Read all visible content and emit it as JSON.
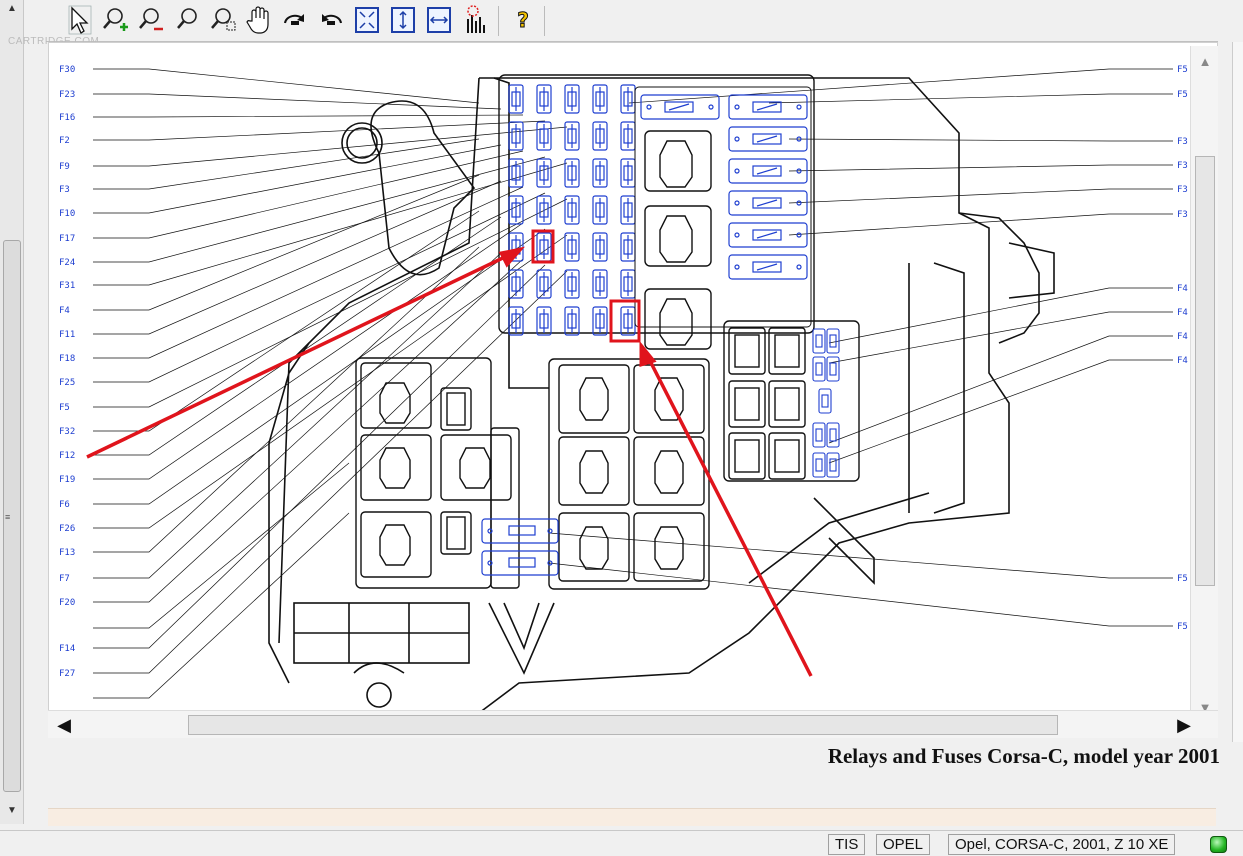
{
  "toolbar": {
    "tools": [
      {
        "name": "select",
        "icon": "select-arrow-icon"
      },
      {
        "name": "zoom-in",
        "icon": "zoom-in-icon"
      },
      {
        "name": "zoom-out",
        "icon": "zoom-out-icon"
      },
      {
        "name": "zoom",
        "icon": "magnifier-icon"
      },
      {
        "name": "zoom-area",
        "icon": "zoom-area-icon"
      },
      {
        "name": "pan",
        "icon": "hand-icon"
      },
      {
        "name": "rotate-cw",
        "icon": "rotate-cw-icon"
      },
      {
        "name": "rotate-ccw",
        "icon": "rotate-ccw-icon"
      },
      {
        "name": "fit-all",
        "icon": "fit-all-icon"
      },
      {
        "name": "fit-height",
        "icon": "fit-height-icon"
      },
      {
        "name": "fit-width",
        "icon": "fit-width-icon"
      },
      {
        "name": "highlight",
        "icon": "highlight-icon"
      },
      {
        "name": "help",
        "icon": "help-icon"
      }
    ]
  },
  "watermark": "CARTRIDGE.COM",
  "diagram": {
    "left_labels": [
      "F30",
      "F23",
      "F16",
      "F2",
      "F9",
      "F3",
      "F10",
      "F17",
      "F24",
      "F31",
      "F4",
      "F11",
      "F18",
      "F25",
      "F5",
      "F32",
      "F12",
      "F19",
      "F6",
      "F26",
      "F13",
      "F7",
      "F20",
      "F14",
      "F27"
    ],
    "right_labels": [
      "F5",
      "F5",
      "F3",
      "F3",
      "F3",
      "F3",
      "F4",
      "F4",
      "F4",
      "F4",
      "F5",
      "F5"
    ],
    "highlight_color": "#e0141c",
    "fuse_color": "#1f3fd0"
  },
  "caption": "Relays and Fuses Corsa-C, model year 2001",
  "statusbar": {
    "app": "TIS",
    "make": "OPEL",
    "vehicle": "Opel, CORSA-C, 2001, Z 10 XE",
    "status_color": "#22b522"
  }
}
